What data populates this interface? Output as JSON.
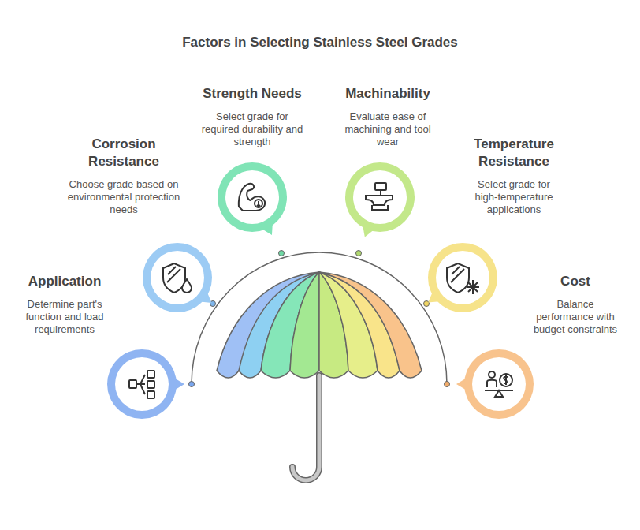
{
  "diagram": {
    "title": "Factors in Selecting Stainless Steel Grades",
    "nodes": [
      {
        "text": [
          "Application",
          "Determine part's function and load requirements"
        ]
      },
      {
        "text": [
          "Corrosion Resistance",
          "Choose grade based on environmental protection needs"
        ]
      },
      {
        "text": [
          "Strength Needs",
          "Select grade for required durability and strength"
        ]
      },
      {
        "text": [
          "Machinability",
          "Evaluate ease of machining and tool wear"
        ]
      },
      {
        "text": [
          "Temperature Resistance",
          "Select grade for high-temperature applications"
        ]
      },
      {
        "text": [
          "Cost",
          "Balance performance with budget constraints"
        ]
      }
    ]
  }
}
